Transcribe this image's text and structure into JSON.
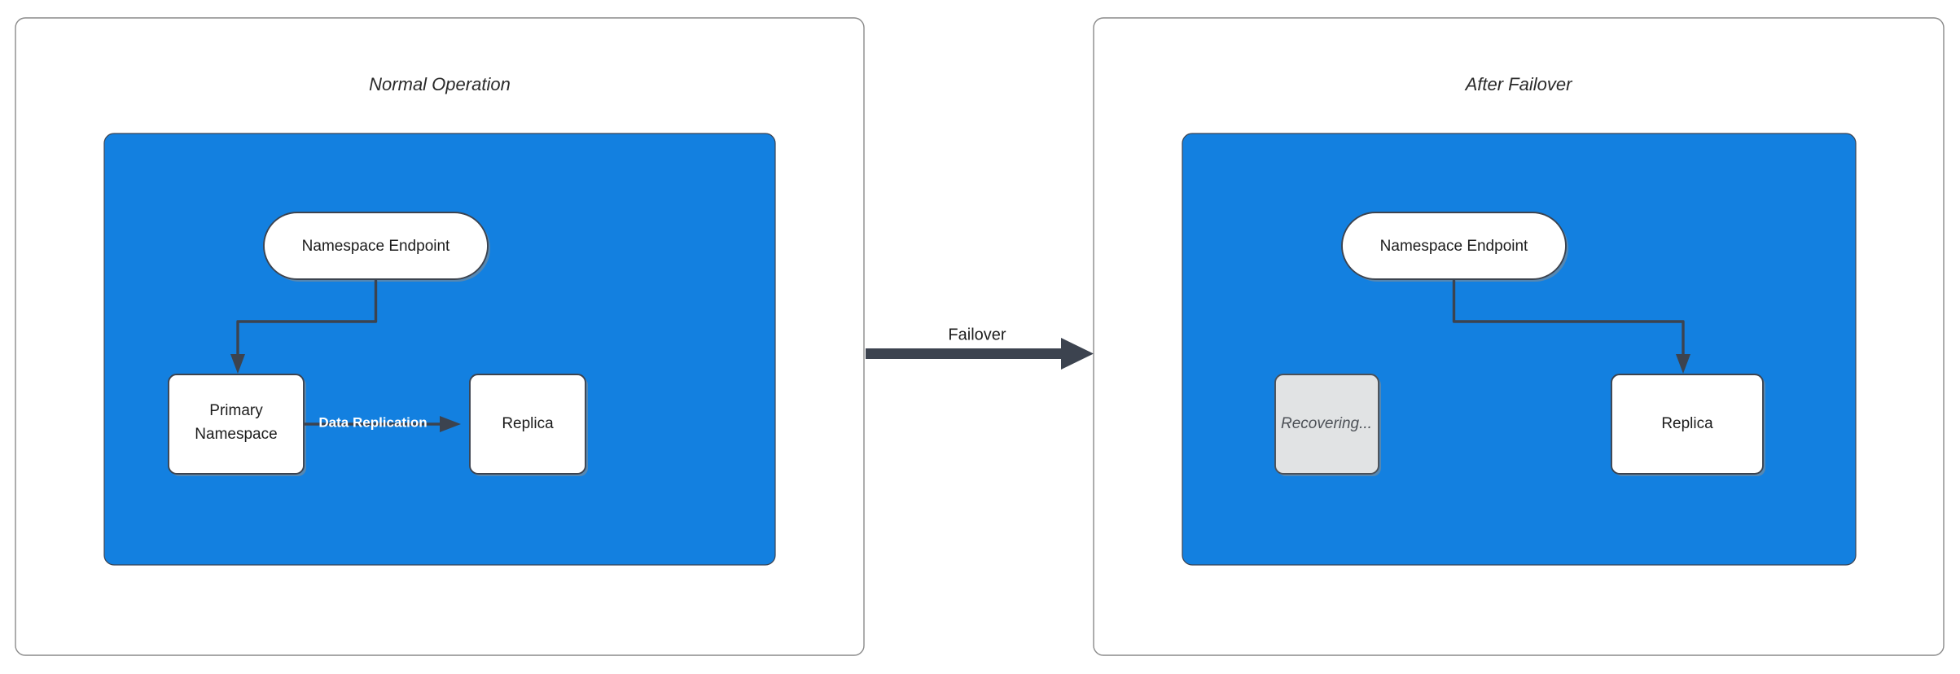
{
  "diagram": {
    "title_left": "Normal Operation",
    "title_right": "After Failover",
    "accent_blue": "#1380e0",
    "stroke_dark": "#3c434f",
    "muted_fill": "#e1e3e4",
    "panel_border": "#8a8a8a",
    "panels": [
      {
        "id": "normal-operation",
        "title": "Normal Operation",
        "nodes": [
          {
            "id": "endpoint-left",
            "label": "Namespace Endpoint",
            "shape": "pill",
            "state": "active"
          },
          {
            "id": "primary-namespace",
            "label": "Primary\nNamespace",
            "line1": "Primary",
            "line2": "Namespace",
            "shape": "rect",
            "state": "active"
          },
          {
            "id": "replica-left",
            "label": "Replica",
            "shape": "rect",
            "state": "active"
          }
        ],
        "edges": [
          {
            "id": "endpoint-to-primary",
            "from": "endpoint-left",
            "to": "primary-namespace",
            "label": ""
          },
          {
            "id": "primary-to-replica",
            "from": "primary-namespace",
            "to": "replica-left",
            "label": "Data Replication"
          }
        ]
      },
      {
        "id": "after-failover",
        "title": "After Failover",
        "nodes": [
          {
            "id": "endpoint-right",
            "label": "Namespace Endpoint",
            "shape": "pill",
            "state": "active"
          },
          {
            "id": "recovering",
            "label": "Recovering...",
            "shape": "rect",
            "state": "muted"
          },
          {
            "id": "replica-right",
            "label": "Replica",
            "shape": "rect",
            "state": "active"
          }
        ],
        "edges": [
          {
            "id": "endpoint-to-replica",
            "from": "endpoint-right",
            "to": "replica-right",
            "label": ""
          }
        ]
      }
    ],
    "transition": {
      "id": "failover-transition",
      "label": "Failover",
      "from_panel": "normal-operation",
      "to_panel": "after-failover"
    }
  }
}
